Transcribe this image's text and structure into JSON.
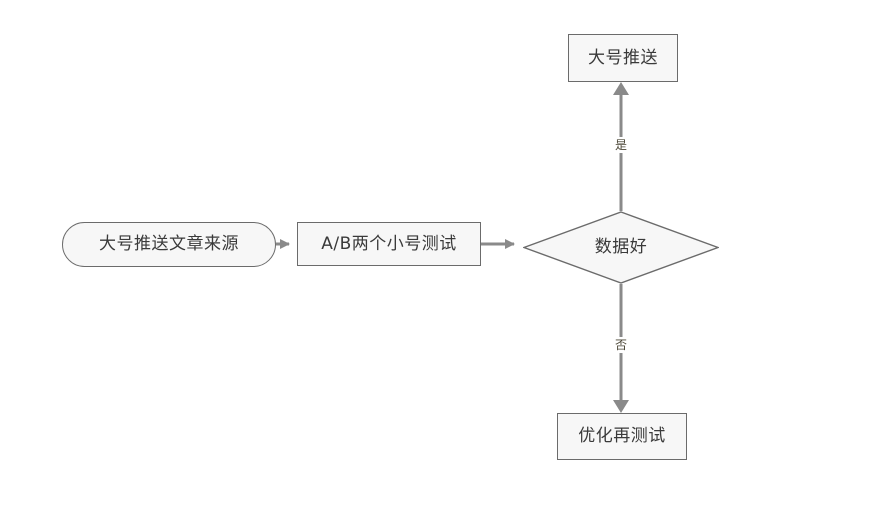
{
  "diagram": {
    "type": "flowchart",
    "background_color": "#ffffff",
    "node_fill_color": "#f7f7f7",
    "node_border_color": "#6b6b6b",
    "connector_color": "#8a8a8a",
    "text_color": "#3a3a3a",
    "label_text_color": "#4a4535",
    "nodes": [
      {
        "id": "source",
        "label": "大号推送文章来源",
        "shape": "stadium"
      },
      {
        "id": "abtest",
        "label": "A/B两个小号测试",
        "shape": "rectangle"
      },
      {
        "id": "decision",
        "label": "数据好",
        "shape": "diamond"
      },
      {
        "id": "push",
        "label": "大号推送",
        "shape": "rectangle"
      },
      {
        "id": "optimize",
        "label": "优化再测试",
        "shape": "rectangle"
      }
    ],
    "edges": [
      {
        "from": "source",
        "to": "abtest",
        "label": "",
        "direction": "right"
      },
      {
        "from": "abtest",
        "to": "decision",
        "label": "",
        "direction": "right"
      },
      {
        "from": "decision",
        "to": "push",
        "label": "是",
        "direction": "up"
      },
      {
        "from": "decision",
        "to": "optimize",
        "label": "否",
        "direction": "down"
      }
    ]
  }
}
